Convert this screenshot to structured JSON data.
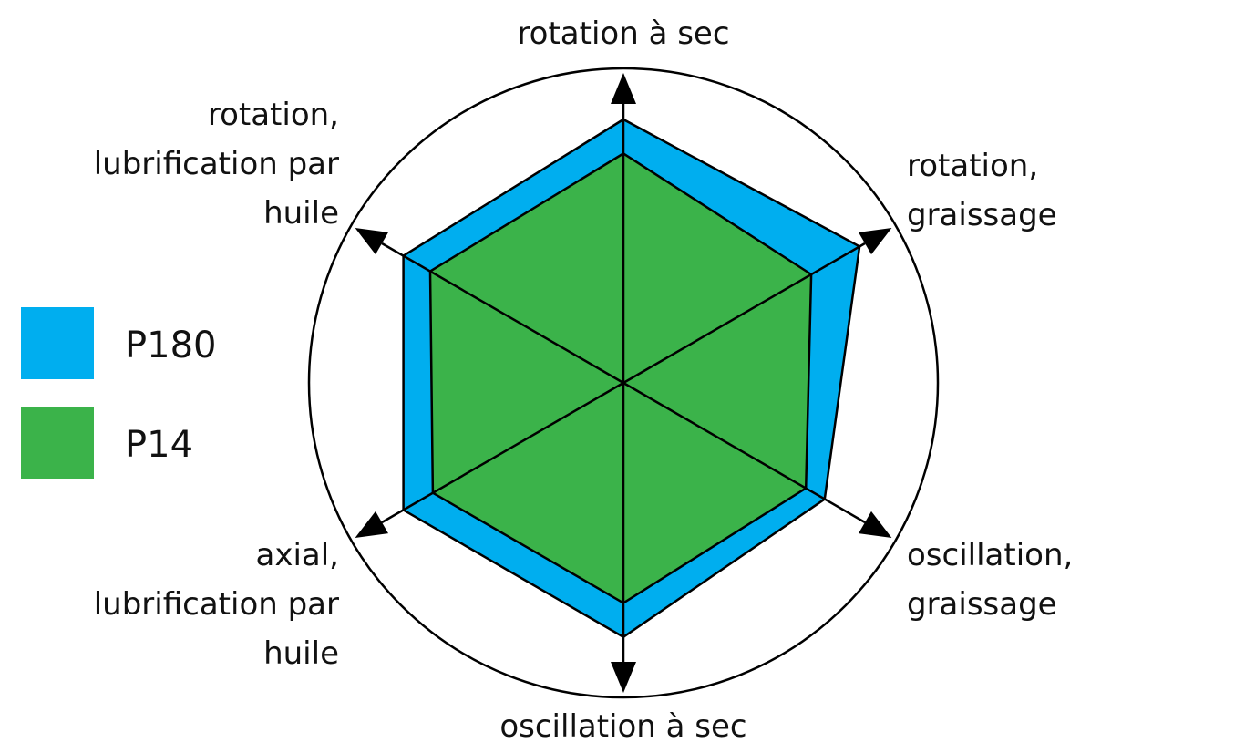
{
  "chart_data": {
    "type": "radar",
    "axes": [
      {
        "label_lines": [
          "rotation à sec"
        ]
      },
      {
        "label_lines": [
          "rotation,",
          "graissage"
        ]
      },
      {
        "label_lines": [
          "oscillation,",
          "graissage"
        ]
      },
      {
        "label_lines": [
          "oscillation à sec"
        ]
      },
      {
        "label_lines": [
          "axial,",
          "lubrification par",
          "huile"
        ]
      },
      {
        "label_lines": [
          "rotation,",
          "lubrification par",
          "huile"
        ]
      }
    ],
    "range": [
      0,
      1
    ],
    "series": [
      {
        "name": "P180",
        "color": "#00aeef",
        "values": [
          0.85,
          0.88,
          0.75,
          0.82,
          0.82,
          0.82
        ]
      },
      {
        "name": "P14",
        "color": "#3bb34a",
        "values": [
          0.74,
          0.7,
          0.68,
          0.71,
          0.71,
          0.72
        ]
      }
    ],
    "legend": "left"
  }
}
